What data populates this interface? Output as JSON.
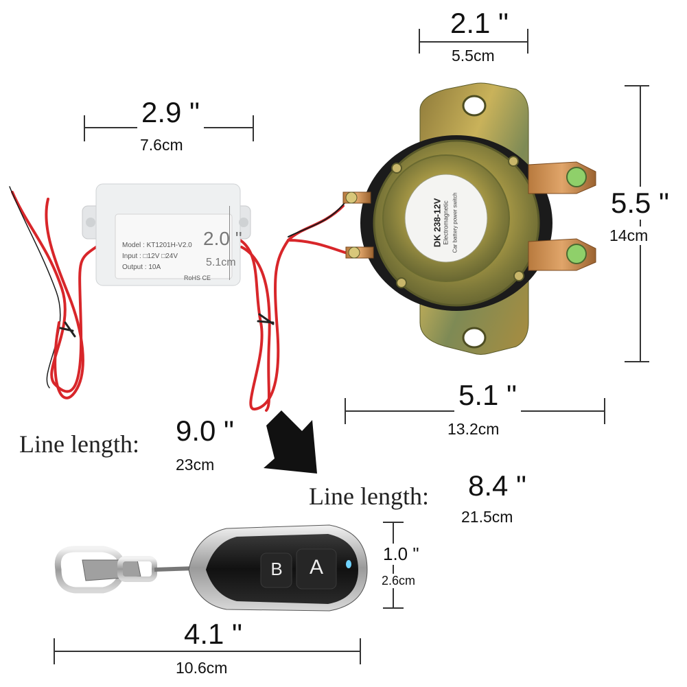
{
  "dimensions": {
    "solenoid_top": {
      "inch": "2.1 \"",
      "cm": "5.5cm"
    },
    "module_width": {
      "inch": "2.9 \"",
      "cm": "7.6cm"
    },
    "module_height": {
      "inch": "2.0 \"",
      "cm": "5.1cm"
    },
    "solenoid_height": {
      "inch": "5.5 \"",
      "cm": "14cm"
    },
    "solenoid_width": {
      "inch": "5.1 \"",
      "cm": "13.2cm"
    },
    "line_length_1": {
      "label": "Line length:",
      "inch": "9.0 \"",
      "cm": "23cm"
    },
    "line_length_2": {
      "label": "Line length:",
      "inch": "8.4 \"",
      "cm": "21.5cm"
    },
    "remote_height": {
      "inch": "1.0 \"",
      "cm": "2.6cm"
    },
    "remote_width": {
      "inch": "4.1 \"",
      "cm": "10.6cm"
    }
  },
  "module_label": {
    "model": "Model : KT1201H-V2.0",
    "input": "Input : □12V □24V",
    "output": "Output : 10A",
    "marks": "RoHS CE"
  },
  "solenoid_text": {
    "line1": "DK 238-12V",
    "line2": "Electromagnetic",
    "line3": "Car battery power switch"
  },
  "remote_buttons": {
    "a": "A",
    "b": "B"
  },
  "colors": {
    "wire_red": "#d8262a",
    "wire_black": "#1a1a1a",
    "metal": "#8a8a3c"
  }
}
